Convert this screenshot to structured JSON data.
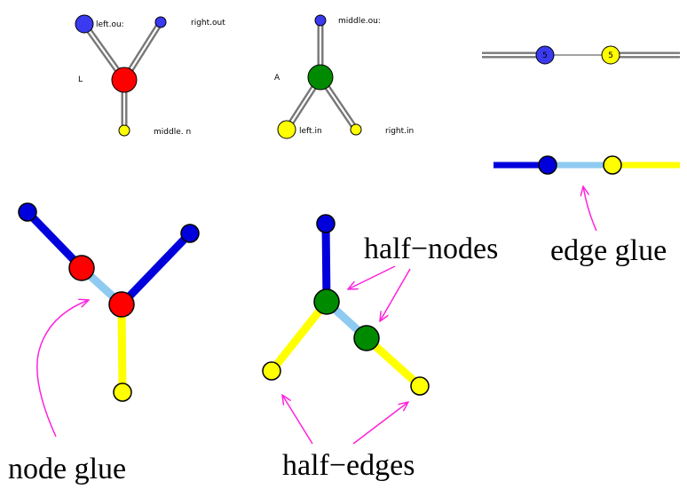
{
  "colors": {
    "red": "#ff0000",
    "green": "#008a00",
    "blue_node": "#3a3af0",
    "blue_edge": "#0000dd",
    "yellow": "#ffff00",
    "light_blue": "#8fcaf0",
    "gray_edge": "#777777",
    "magenta": "#ff22dd"
  },
  "top_row": {
    "l_diagram": {
      "node_label": "L",
      "left_out": "left.ou:",
      "right_out": "right.out",
      "middle_in": "middle. n"
    },
    "a_diagram": {
      "node_label": "A",
      "middle_out": "middle.ou:",
      "left_in": "left.in",
      "right_in": "right.in"
    },
    "edge_pair": {
      "blue_weight": "5",
      "yellow_weight": "5"
    }
  },
  "annotations": {
    "node_glue": "node glue",
    "half_nodes": "half−nodes",
    "half_edges": "half−edges",
    "edge_glue": "edge glue"
  }
}
